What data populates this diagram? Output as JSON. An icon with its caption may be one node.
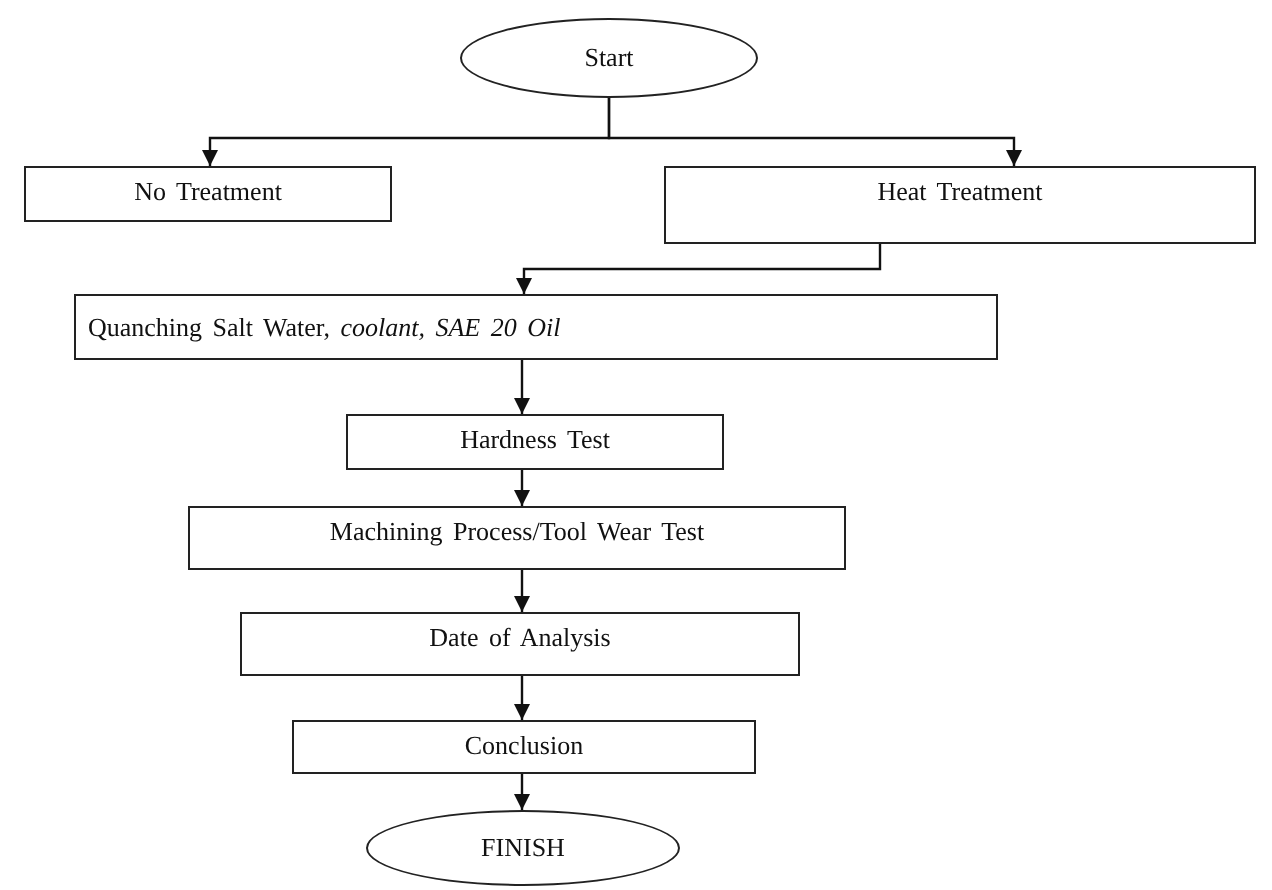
{
  "diagram": {
    "nodes": [
      {
        "text": [
          "Start"
        ]
      },
      {
        "text": [
          "No Treatment"
        ]
      },
      {
        "text": [
          "Heat Treatment"
        ]
      },
      {
        "text": [
          "Quanching Salt Water, *coolant, SAE 20 Oil*"
        ]
      },
      {
        "text": [
          "Hardness Test"
        ]
      },
      {
        "text": [
          "Machining Process/Tool Wear Test"
        ]
      },
      {
        "text": [
          "Date of Analysis"
        ]
      },
      {
        "text": [
          "Conclusion"
        ]
      },
      {
        "text": [
          "FINISH"
        ]
      }
    ],
    "edges": [
      {
        "from": 0,
        "to": 1,
        "arrow": "to"
      },
      {
        "from": 0,
        "to": 2,
        "arrow": "to"
      },
      {
        "from": 2,
        "to": 3,
        "arrow": "to"
      },
      {
        "from": 3,
        "to": 4,
        "arrow": "to"
      },
      {
        "from": 4,
        "to": 5,
        "arrow": "to"
      },
      {
        "from": 5,
        "to": 6,
        "arrow": "to"
      },
      {
        "from": 6,
        "to": 7,
        "arrow": "to"
      },
      {
        "from": 7,
        "to": 8,
        "arrow": "to"
      }
    ]
  }
}
